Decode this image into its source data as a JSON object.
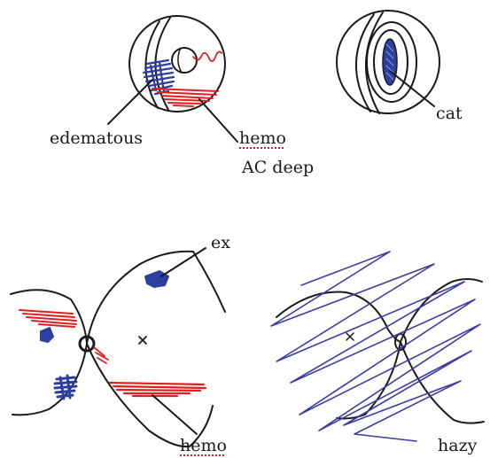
{
  "labels": {
    "edematous": "edematous",
    "hemo_top": "hemo",
    "ac_deep": "AC deep",
    "cat": "cat",
    "ex": "ex",
    "hemo_bottom": "hemo",
    "hazy": "hazy"
  },
  "colors": {
    "ink": "#1a1a1a",
    "blue": "#2b3f9e",
    "red": "#e02020",
    "hatch_blue": "#3a3fa0",
    "spellcheck": "#d11a1a"
  }
}
